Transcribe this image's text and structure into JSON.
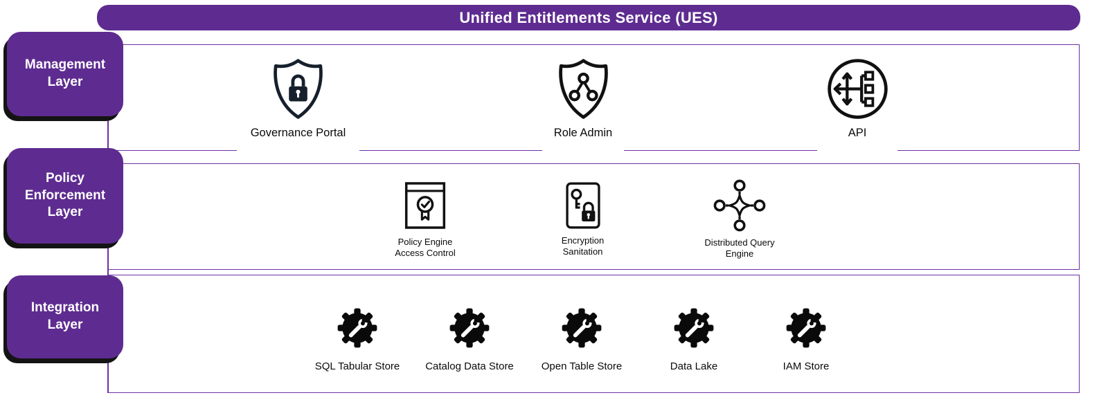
{
  "header": {
    "title": "Unified Entitlements Service (UES)"
  },
  "colors": {
    "purple": "#5E2C90",
    "band_border": "#6E2FA3",
    "icon_ink": "#111111",
    "text_on_purple": "#FFFFFF",
    "label_text": "#0A0A0A"
  },
  "layers": [
    {
      "label": "Management Layer",
      "items": [
        {
          "name": "Governance Portal",
          "icon": "badge-lock-icon"
        },
        {
          "name": "Role Admin",
          "icon": "badge-share-icon"
        },
        {
          "name": "API",
          "icon": "api-flow-icon"
        }
      ]
    },
    {
      "label": "Policy Enforcement Layer",
      "items": [
        {
          "name": "Policy Engine Access Control",
          "icon": "certified-document-icon"
        },
        {
          "name": "Encryption Sanitation",
          "icon": "key-lock-icon"
        },
        {
          "name": "Distributed Query Engine",
          "icon": "distributed-nodes-icon"
        }
      ]
    },
    {
      "label": "Integration Layer",
      "items": [
        {
          "name": "SQL Tabular Store",
          "icon": "gear-wrench-icon"
        },
        {
          "name": "Catalog Data Store",
          "icon": "gear-wrench-icon"
        },
        {
          "name": "Open Table Store",
          "icon": "gear-wrench-icon"
        },
        {
          "name": "Data Lake",
          "icon": "gear-wrench-icon"
        },
        {
          "name": "IAM Store",
          "icon": "gear-wrench-icon"
        }
      ]
    }
  ]
}
